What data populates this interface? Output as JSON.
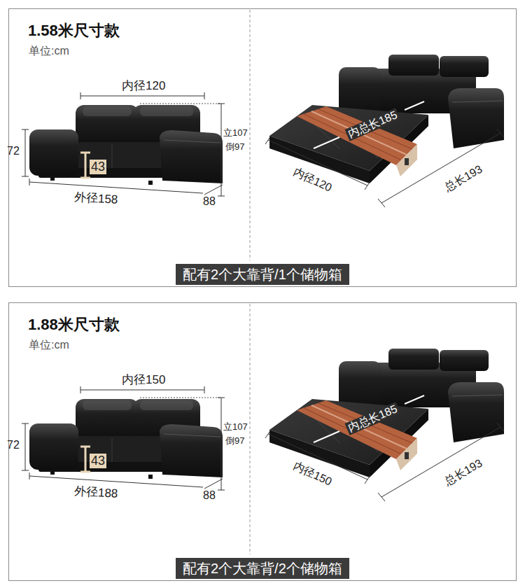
{
  "diagram": {
    "nodes": [
      {
        "text": [
          "1.58米尺寸款",
          "单位:cm"
        ]
      },
      {
        "text": [
          "配有2个大靠背/1个储物箱"
        ],
        "in": 0
      },
      {
        "text": [
          "1.88米尺寸款",
          "单位:cm"
        ]
      },
      {
        "text": [
          "配有2个大靠背/2个储物箱"
        ],
        "in": 2
      }
    ],
    "labels": [
      "内径120",
      "立107",
      "倒97",
      "72",
      "43",
      "外径158",
      "88",
      "内总长185",
      "内径120",
      "总长193",
      "内径150",
      "立107",
      "倒97",
      "72",
      "43",
      "外径188",
      "88",
      "内总长185",
      "内径150",
      "总长193"
    ]
  }
}
